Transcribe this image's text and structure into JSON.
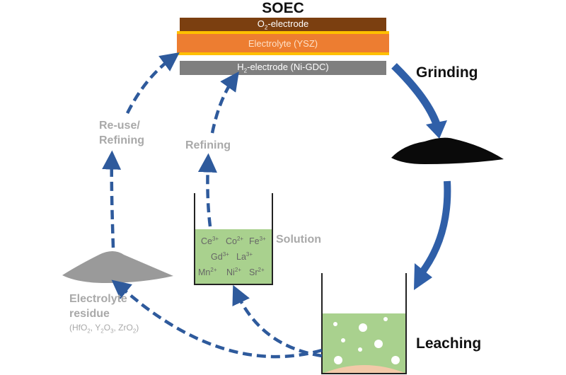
{
  "title": "SOEC",
  "cell_layers": [
    {
      "name": "O2-electrode",
      "base": "O",
      "sub": "2",
      "rest": "-electrode",
      "color": "#7b3f10"
    },
    {
      "name": "Electrolyte (YSZ)",
      "text": "Electrolyte (YSZ)",
      "color": "#ed7d31",
      "border_color": "#ffc000"
    },
    {
      "name": "H2-electrode (Ni-GDC)",
      "base": "H",
      "sub": "2",
      "rest": "-electrode (Ni-GDC)",
      "color": "#7f7f7f"
    }
  ],
  "steps": {
    "grinding": "Grinding",
    "leaching": "Leaching"
  },
  "labels": {
    "reuse_line1": "Re-use/",
    "reuse_line2": "Refining",
    "refining": "Refining",
    "solution": "Solution",
    "residue_line1": "Electrolyte",
    "residue_line2": "residue",
    "residue_formula": {
      "open": "(HfO",
      "s1": "2",
      "mid1": ", Y",
      "s2": "2",
      "mid2": "O",
      "s3": "3",
      "mid3": ", ZrO",
      "s4": "2",
      "close": ")"
    }
  },
  "ions": [
    {
      "el": "Ce",
      "charge": "3+"
    },
    {
      "el": "Co",
      "charge": "2+"
    },
    {
      "el": "Fe",
      "charge": "3+"
    },
    {
      "el": "Gd",
      "charge": "3+"
    },
    {
      "el": "La",
      "charge": "3+"
    },
    {
      "el": "Mn",
      "charge": "2+"
    },
    {
      "el": "Ni",
      "charge": "2+"
    },
    {
      "el": "Sr",
      "charge": "2+"
    }
  ],
  "colors": {
    "arrow_blue": "#2f5fa8",
    "dashed_blue": "#2e5a9c",
    "solution_green": "#a9d18e",
    "label_grey": "#a9a9a9"
  }
}
